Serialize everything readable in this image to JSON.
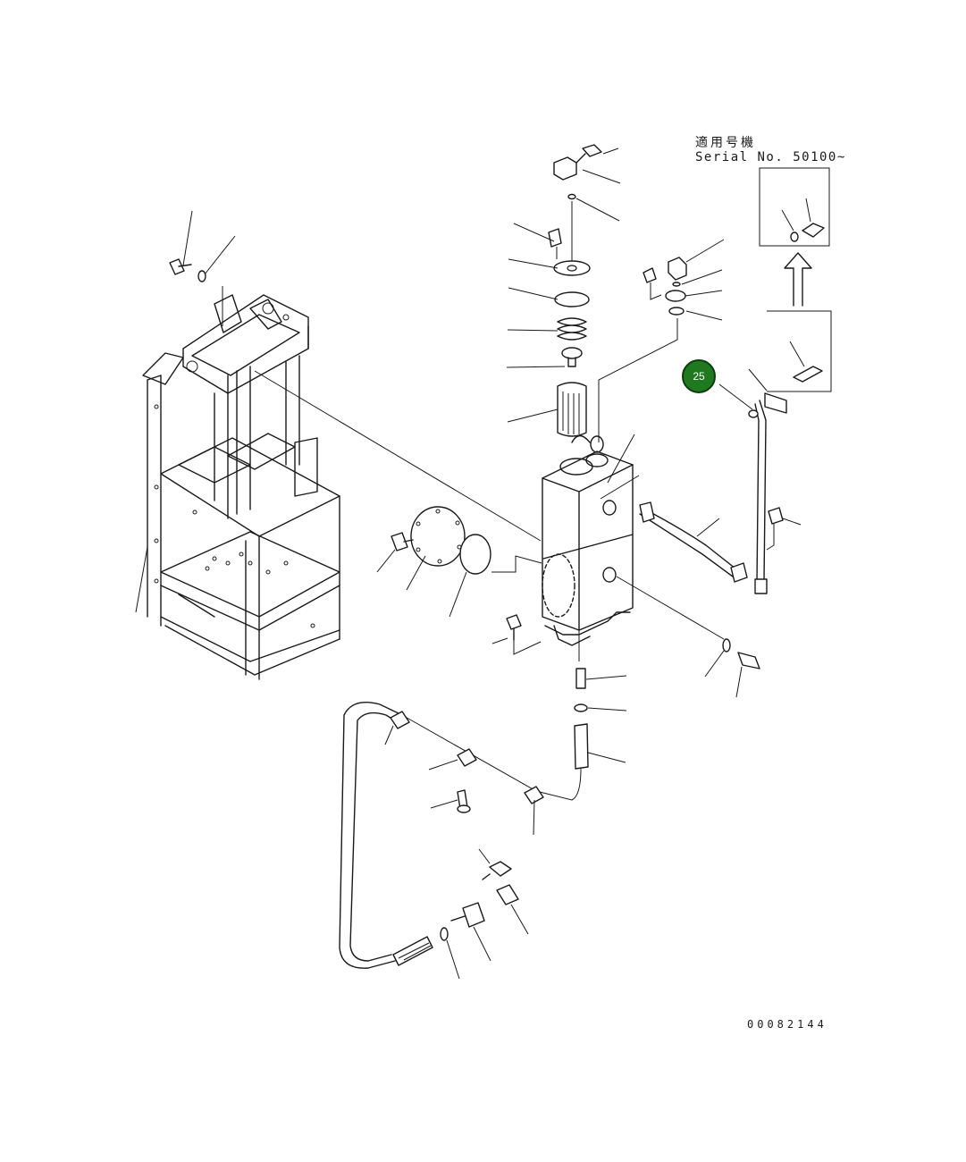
{
  "serial_note": {
    "label_jp": "適用号機",
    "serial": "Serial No. 50100~"
  },
  "drawing_number": "00082144",
  "callouts": [
    {
      "number": "25",
      "color": "#1f7a1f"
    }
  ]
}
